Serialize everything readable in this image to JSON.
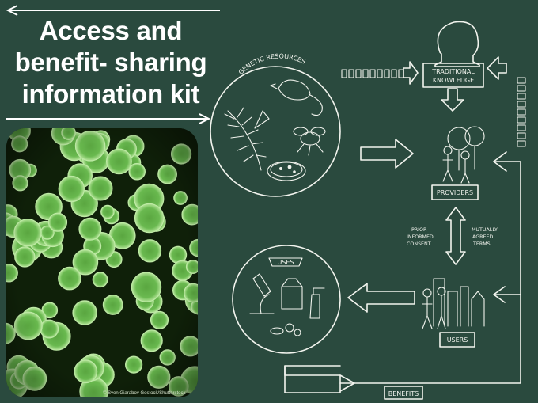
{
  "title": {
    "line1": "Access and",
    "line2": "benefit- sharing",
    "line3": "information kit"
  },
  "photo": {
    "credit": "© Sven Giarabov Gostock/Shutterstock"
  },
  "diagram": {
    "genetic_resources": "GENETIC RESOURCES",
    "traditional_knowledge_1": "TRADITIONAL",
    "traditional_knowledge_2": "KNOWLEDGE",
    "providers": "PROVIDERS",
    "users": "USERS",
    "uses": "USES",
    "benefits": "BENEFITS",
    "pic_1": "PRIOR",
    "pic_2": "INFORMED",
    "pic_3": "CONSENT",
    "mat_1": "MUTUALLY",
    "mat_2": "AGREED",
    "mat_3": "TERMS"
  },
  "colors": {
    "background": "#2a4a3e",
    "chalk": "#f2f4ee",
    "cell_glow": "#8fd47a"
  }
}
